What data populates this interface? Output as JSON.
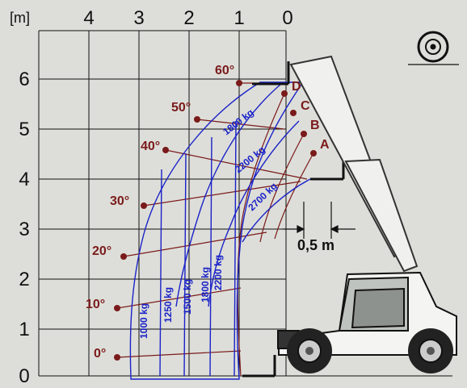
{
  "units": "[m]",
  "x_ticks": [
    "4",
    "3",
    "2",
    "1",
    "0"
  ],
  "y_ticks": [
    "6",
    "5",
    "4",
    "3",
    "2",
    "1",
    "0"
  ],
  "angles": [
    "60°",
    "50°",
    "40°",
    "30°",
    "20°",
    "10°",
    "0°"
  ],
  "boom_positions": [
    "D",
    "C",
    "B",
    "A"
  ],
  "curve_capacities": [
    "1800 kg",
    "2200 kg",
    "2700 kg"
  ],
  "vertical_capacities": [
    "1000 kg",
    "1250 kg",
    "1500 kg",
    "1800 kg",
    "2200 kg"
  ],
  "scale_label": "0,5 m",
  "colors": {
    "background": "#ddded9",
    "capacity_lines": "#1a22c8",
    "angle_lines": "#7a1a1a",
    "grid": "#111111"
  },
  "icons": [
    "tyre-icon",
    "telehandler-icon"
  ]
}
